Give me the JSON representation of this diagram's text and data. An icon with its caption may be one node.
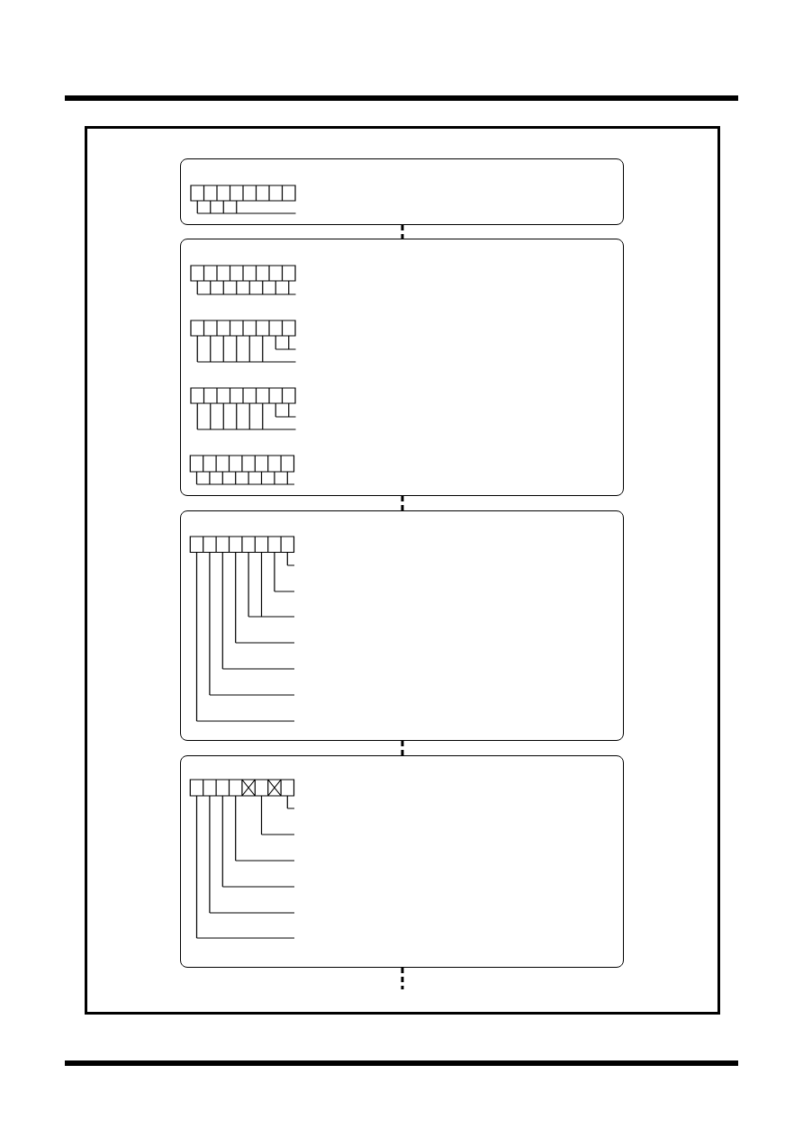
{
  "diagram": {
    "nodes": [
      {
        "text": [],
        "shape": "box"
      },
      {
        "text": [],
        "shape": "box"
      },
      {
        "text": [],
        "shape": "box"
      },
      {
        "text": [],
        "shape": "box"
      }
    ],
    "edges": [
      {
        "from": 0,
        "to": 1,
        "arrow": "none",
        "style": "dashed"
      },
      {
        "from": 1,
        "to": 2,
        "arrow": "none",
        "style": "dashed"
      },
      {
        "from": 2,
        "to": 3,
        "arrow": "none",
        "style": "dashed"
      },
      {
        "from": 3,
        "to": null,
        "arrow": "none",
        "style": "dashed"
      }
    ]
  }
}
